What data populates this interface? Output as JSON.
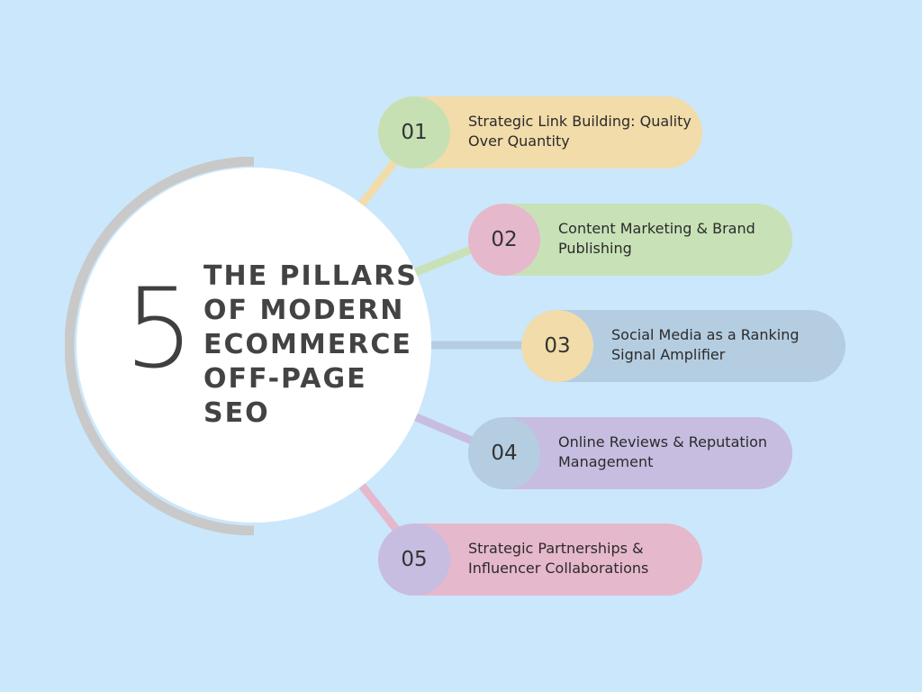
{
  "title": {
    "number": "5",
    "text": "THE PILLARS OF MODERN ECOMMERCE OFF-PAGE SEO"
  },
  "pillars": [
    {
      "number": "01",
      "text": "Strategic Link Building: Quality Over Quantity",
      "pill_color": "#f1dcaa",
      "badge_color": "#c6e0b4"
    },
    {
      "number": "02",
      "text": "Content Marketing & Brand Publishing",
      "pill_color": "#c8e1b7",
      "badge_color": "#e6b8cc"
    },
    {
      "number": "03",
      "text": "Social Media as a Ranking Signal Amplifier",
      "pill_color": "#b5cde1",
      "badge_color": "#f1dcaa"
    },
    {
      "number": "04",
      "text": "Online Reviews & Reputation Management",
      "pill_color": "#c7bde0",
      "badge_color": "#b5cde1"
    },
    {
      "number": "05",
      "text": "Strategic Partnerships & Influencer Collaborations",
      "pill_color": "#e6b8cc",
      "badge_color": "#c7bde0"
    }
  ]
}
